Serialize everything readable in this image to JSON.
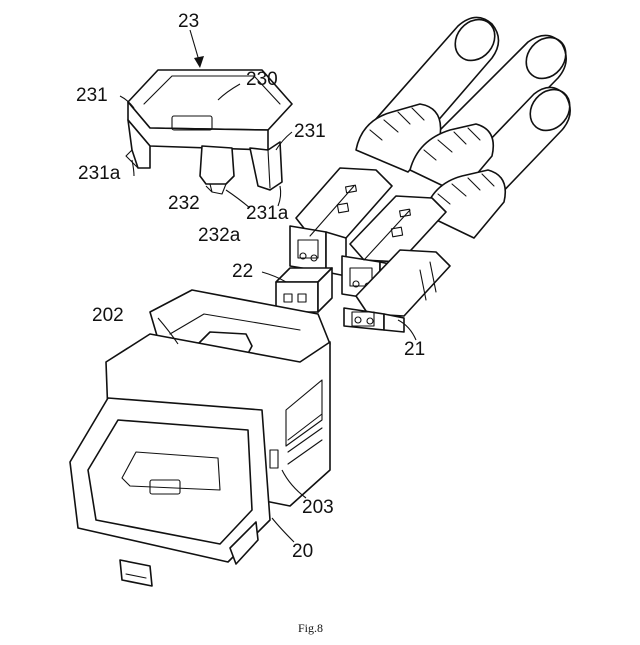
{
  "figure": {
    "caption": "Fig.8",
    "labels": {
      "l23": "23",
      "l230": "230",
      "l231_left": "231",
      "l231_right": "231",
      "l231a_left": "231a",
      "l231a_right": "231a",
      "l232": "232",
      "l232a": "232a",
      "l22": "22",
      "l21": "21",
      "l202": "202",
      "l203": "203",
      "l20": "20"
    }
  }
}
